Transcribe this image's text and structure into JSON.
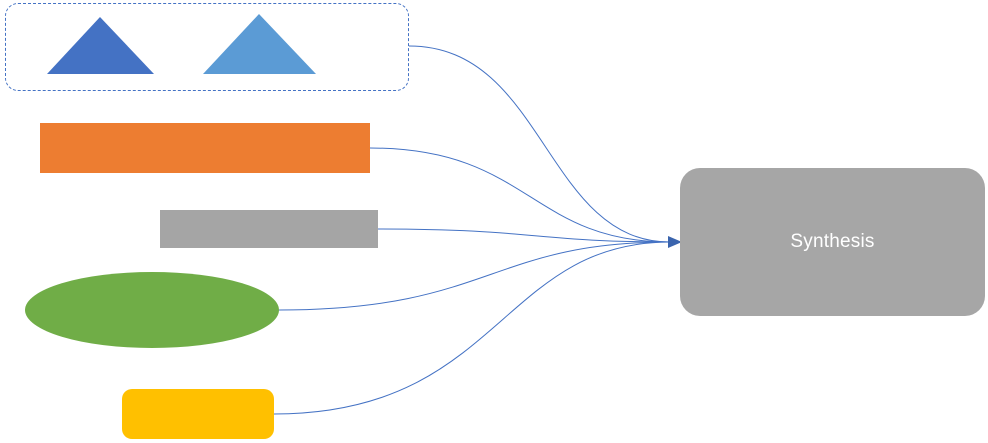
{
  "diagram": {
    "synthesis_label": "Synthesis",
    "shapes": [
      {
        "name": "dashed-input-group",
        "kind": "dashed-rounded-rectangle",
        "contains": [
          "dark-blue-triangle",
          "light-blue-triangle"
        ]
      },
      {
        "name": "dark-blue-triangle",
        "kind": "triangle"
      },
      {
        "name": "light-blue-triangle",
        "kind": "triangle"
      },
      {
        "name": "orange-bar",
        "kind": "rectangle"
      },
      {
        "name": "gray-bar",
        "kind": "rectangle"
      },
      {
        "name": "green-ellipse",
        "kind": "ellipse"
      },
      {
        "name": "yellow-rounded-rect",
        "kind": "rounded-rectangle"
      },
      {
        "name": "synthesis-box",
        "kind": "rounded-rectangle",
        "label": "Synthesis"
      }
    ],
    "connectors": {
      "count": 5,
      "description": "curved lines from each left shape converging into one arrow pointing at synthesis box"
    },
    "colors": {
      "triangle_dark": "#4472C4",
      "triangle_light": "#5B9BD5",
      "orange": "#ED7D31",
      "gray_bar": "#A5A5A5",
      "green": "#70AD47",
      "yellow": "#FFC000",
      "synthesis_box": "#A6A6A6",
      "synthesis_text": "#FFFFFF",
      "connector": "#4472C4",
      "arrow": "#3A64AD"
    }
  }
}
